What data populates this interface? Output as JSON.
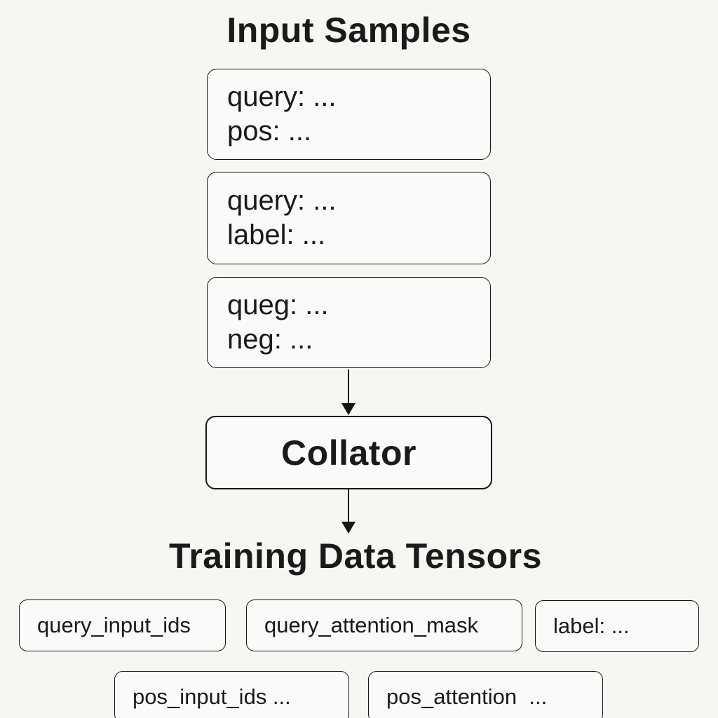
{
  "page": {
    "background": "#f7f6f3",
    "box_fill": "#fbfaf8",
    "border_color": "#161616",
    "text_color": "#1a1a1a"
  },
  "headings": {
    "input_samples": "Input Samples",
    "training_tensors": "Training Data Tensors"
  },
  "input_samples": [
    {
      "lines": [
        "query: ...",
        "pos: ..."
      ]
    },
    {
      "lines": [
        "query: ...",
        "label: ..."
      ]
    },
    {
      "lines": [
        "queg: ...",
        "neg: ..."
      ]
    }
  ],
  "collator": {
    "label": "Collator"
  },
  "tensors_row1": [
    {
      "label": "query_input_ids"
    },
    {
      "label": "query_attention_mask"
    },
    {
      "label": "label: ..."
    }
  ],
  "tensors_row2": [
    {
      "label": "pos_input_ids ..."
    },
    {
      "label": "pos_attention  ..."
    }
  ]
}
